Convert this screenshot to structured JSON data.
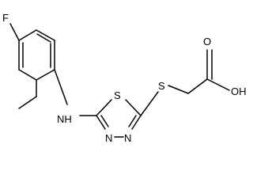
{
  "structure": {
    "atoms": [
      {
        "id": "F",
        "label": "F"
      },
      {
        "id": "NH",
        "label": "NH"
      },
      {
        "id": "S1",
        "label": "S"
      },
      {
        "id": "S2",
        "label": "S"
      },
      {
        "id": "N1",
        "label": "N"
      },
      {
        "id": "N2",
        "label": "N"
      },
      {
        "id": "O",
        "label": "O"
      },
      {
        "id": "OH",
        "label": "OH"
      }
    ]
  },
  "colors": {
    "bond": "#000000",
    "label": "#000000",
    "background": "#ffffff"
  }
}
